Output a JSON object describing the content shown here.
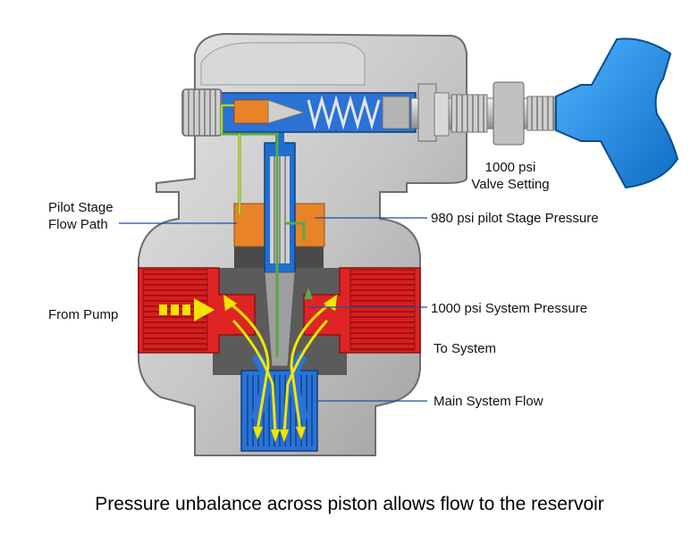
{
  "labels": {
    "valve_setting_line1": "1000 psi",
    "valve_setting_line2": "Valve Setting",
    "pilot_flow_line1": "Pilot Stage",
    "pilot_flow_line2": "Flow Path",
    "pilot_stage_pressure": "980 psi pilot Stage Pressure",
    "from_pump": "From Pump",
    "system_pressure": "1000 psi System Pressure",
    "to_system": "To System",
    "main_system_flow": "Main System Flow"
  },
  "caption": "Pressure unbalance across piston allows flow to the reservoir",
  "colors": {
    "body_gray": "#c9c9c9",
    "dark_gray": "#8a8a8a",
    "pressure_red": "#e02020",
    "pilot_orange": "#e8832a",
    "flow_blue": "#1f6fd1",
    "knob_blue": "#1d8be0",
    "arrow_yellow": "#f2e600",
    "pilot_green": "#5aa845"
  }
}
